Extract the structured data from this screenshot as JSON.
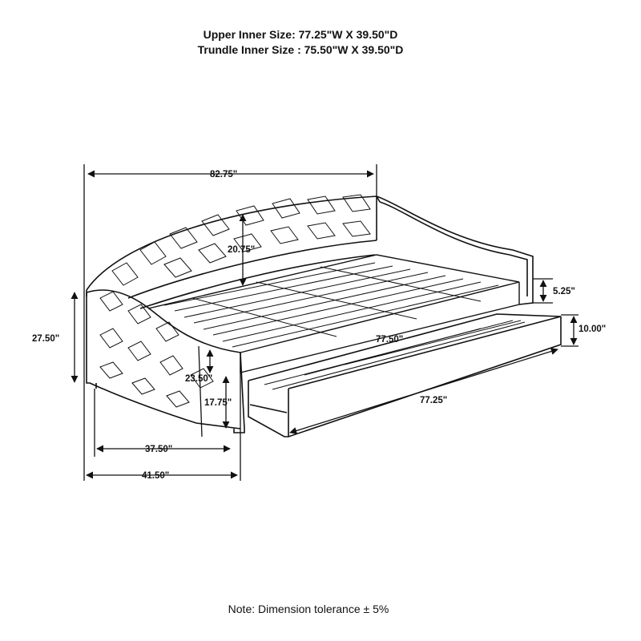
{
  "header": {
    "upper_inner_size": "Upper Inner Size: 77.25\"W X 39.50\"D",
    "trundle_inner_size": "Trundle Inner Size : 75.50\"W X 39.50\"D"
  },
  "dimensions": {
    "overall_width": "82.75\"",
    "back_height": "20.75\"",
    "rail_height": "5.25\"",
    "trundle_height": "10.00\"",
    "overall_height": "27.50\"",
    "mattress_width": "77.50\"",
    "arm_height": "23.50\"",
    "seat_height": "17.75\"",
    "trundle_width": "77.25\"",
    "inner_depth": "37.50\"",
    "overall_depth": "41.50\""
  },
  "note": "Note: Dimension tolerance ± 5%",
  "colors": {
    "line": "#111111",
    "background": "#ffffff"
  }
}
